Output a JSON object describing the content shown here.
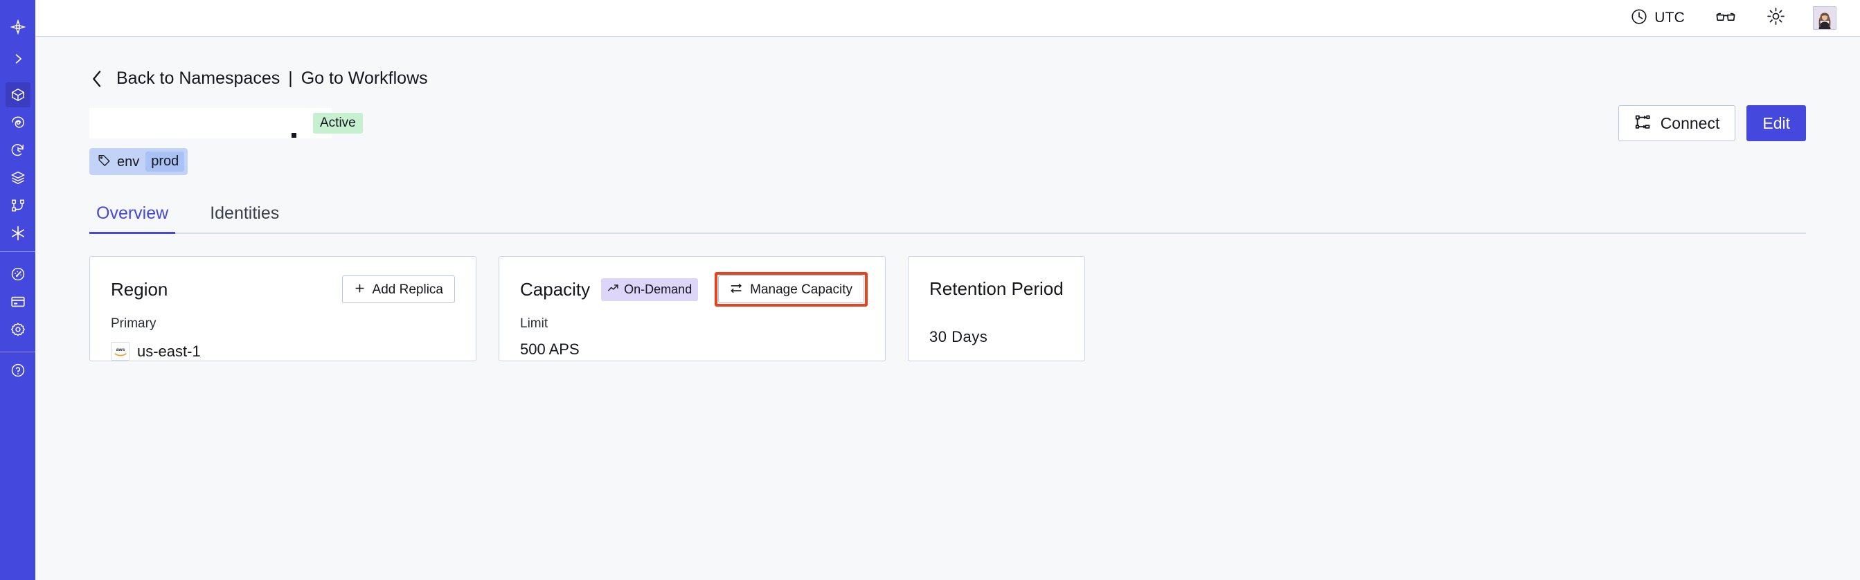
{
  "sidebar": {
    "background_color": "#4548DC",
    "active_color": "#3A3DC0",
    "items": [
      {
        "name": "logo",
        "icon": "temporal-logo-icon",
        "active": false
      },
      {
        "name": "expand",
        "icon": "chevron-right-icon",
        "active": false
      },
      {
        "name": "namespaces",
        "icon": "cube-icon",
        "active": true
      },
      {
        "name": "observability",
        "icon": "eye-icon",
        "active": false
      },
      {
        "name": "history",
        "icon": "clock-rewind-icon",
        "active": false
      },
      {
        "name": "layers",
        "icon": "layers-icon",
        "active": false
      },
      {
        "name": "workflows",
        "icon": "workflow-graph-icon",
        "active": false
      },
      {
        "name": "nexus",
        "icon": "asterisk-icon",
        "active": false
      },
      {
        "name": "usage",
        "icon": "gauge-icon",
        "active": false
      },
      {
        "name": "billing",
        "icon": "credit-card-icon",
        "active": false
      },
      {
        "name": "settings",
        "icon": "gear-icon",
        "active": false
      }
    ]
  },
  "topbar": {
    "timezone_label": "UTC",
    "timezone_icon": "clock-icon",
    "glasses_icon": "glasses-icon",
    "theme_icon": "sun-icon",
    "avatar_icon": "user-avatar"
  },
  "breadcrumb": {
    "back_icon": "chevron-left-icon",
    "back_label": "Back to Namespaces",
    "separator": "|",
    "forward_label": "Go to Workflows"
  },
  "header": {
    "namespace_title": "",
    "status_badge": "Active",
    "tag": {
      "icon": "tag-icon",
      "key": "env",
      "value": "prod"
    },
    "actions": {
      "connect_label": "Connect",
      "connect_icon": "connect-icon",
      "edit_label": "Edit"
    }
  },
  "tabs": [
    {
      "label": "Overview",
      "active": true
    },
    {
      "label": "Identities",
      "active": false
    }
  ],
  "cards": {
    "region": {
      "title": "Region",
      "action_label": "Add Replica",
      "action_icon": "plus-icon",
      "sub_label": "Primary",
      "provider_icon": "aws-icon",
      "value": "us-east-1"
    },
    "capacity": {
      "title": "Capacity",
      "badge_label": "On-Demand",
      "badge_icon": "trend-up-icon",
      "action_label": "Manage Capacity",
      "action_icon": "sliders-icon",
      "sub_label": "Limit",
      "value": "500 APS",
      "highlighted": true,
      "highlight_color": "#E8411E"
    },
    "retention": {
      "title": "Retention Period",
      "value": "30  Days"
    }
  },
  "theme": {
    "accent": "#4548DC",
    "page_background": "#F7F8FA",
    "card_border": "#C9D4E7",
    "badge_active_bg": "#C6F0D0",
    "badge_ondemand_bg": "#DED6F8",
    "tag_bg": "#C3D3F7"
  }
}
